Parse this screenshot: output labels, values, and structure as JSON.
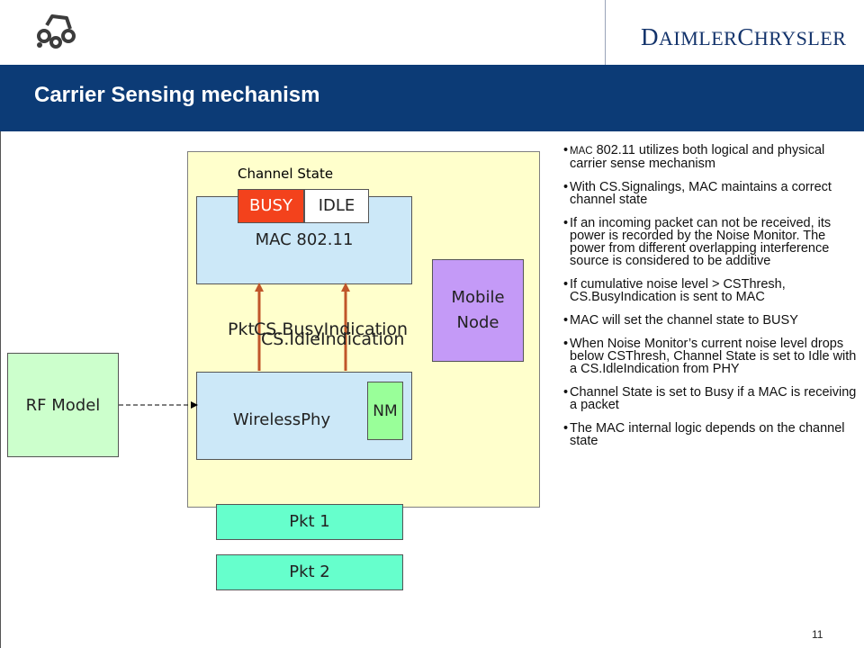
{
  "header": {
    "brand": {
      "c1": "D",
      "r1": "AIMLER",
      "c2": "C",
      "r2": "HRYSLER"
    },
    "title": "Carrier Sensing mechanism"
  },
  "diagram": {
    "channel_state_label": "Channel State",
    "busy_label": "BUSY",
    "idle_label": "IDLE",
    "mac_label": "MAC 802.11",
    "mobile_node_label": "Mobile\nNode",
    "pkt_label": "Pkt",
    "cs_busy_indication": "CS.BusyIndication",
    "cs_idle_indication": "CS.IdleIndication",
    "phy_label": "WirelessPhy",
    "nm_label": "NM",
    "rf_model_label": "RF Model",
    "pkt1_label": "Pkt 1",
    "pkt2_label": "Pkt 2",
    "colors": {
      "arrow": "#c0562a",
      "busy": "#f3421c",
      "mobile_node": "#c49af7",
      "packet": "#66ffcc"
    }
  },
  "bullets": [
    {
      "small": "MAC",
      "text": " 802.11 utilizes both logical and physical carrier sense mechanism"
    },
    {
      "small": "",
      "text": "With CS.Signalings, MAC maintains a correct channel state"
    },
    {
      "small": "",
      "text": "If an incoming packet can not be received, its power is recorded by the Noise Monitor. The power from different overlapping interference source is considered to be additive"
    },
    {
      "small": "",
      "text": "If cumulative noise level > CSThresh, CS.BusyIndication is sent to MAC"
    },
    {
      "small": "",
      "text": "MAC will set the channel state to BUSY"
    },
    {
      "small": "",
      "text": "When Noise Monitor’s current noise level drops below CSThresh, Channel State is set to Idle with a CS.IdleIndication from PHY"
    },
    {
      "small": "",
      "text": "Channel State is set to Busy if a MAC is receiving a packet"
    },
    {
      "small": "",
      "text": "The MAC internal logic depends on the channel state"
    }
  ],
  "footer": {
    "page_number": "11"
  }
}
